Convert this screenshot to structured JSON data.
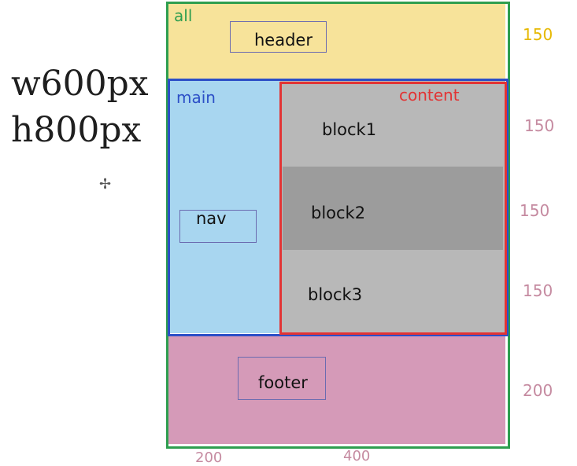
{
  "dimensions": {
    "width_label": "w600px",
    "height_label": "h800px"
  },
  "cursor_glyph": "✢",
  "regions": {
    "all": "all",
    "header": "header",
    "main": "main",
    "nav": "nav",
    "content": "content",
    "block1": "block1",
    "block2": "block2",
    "block3": "block3",
    "footer": "footer"
  },
  "heights": [
    "150",
    "150",
    "150",
    "150",
    "200"
  ],
  "widths": [
    "200",
    "400"
  ],
  "colors": {
    "all_border": "#2e9e4f",
    "header_fill": "#f7e39a",
    "main_fill": "#a8d6f0",
    "main_border": "#2c4fc7",
    "content_fill": "#b8b8b8",
    "content_border": "#e23434",
    "block2_fill": "#9c9c9c",
    "footer_fill": "#d59ab8",
    "height_label_header": "#e6b800",
    "height_label_other": "#c58aa0"
  }
}
